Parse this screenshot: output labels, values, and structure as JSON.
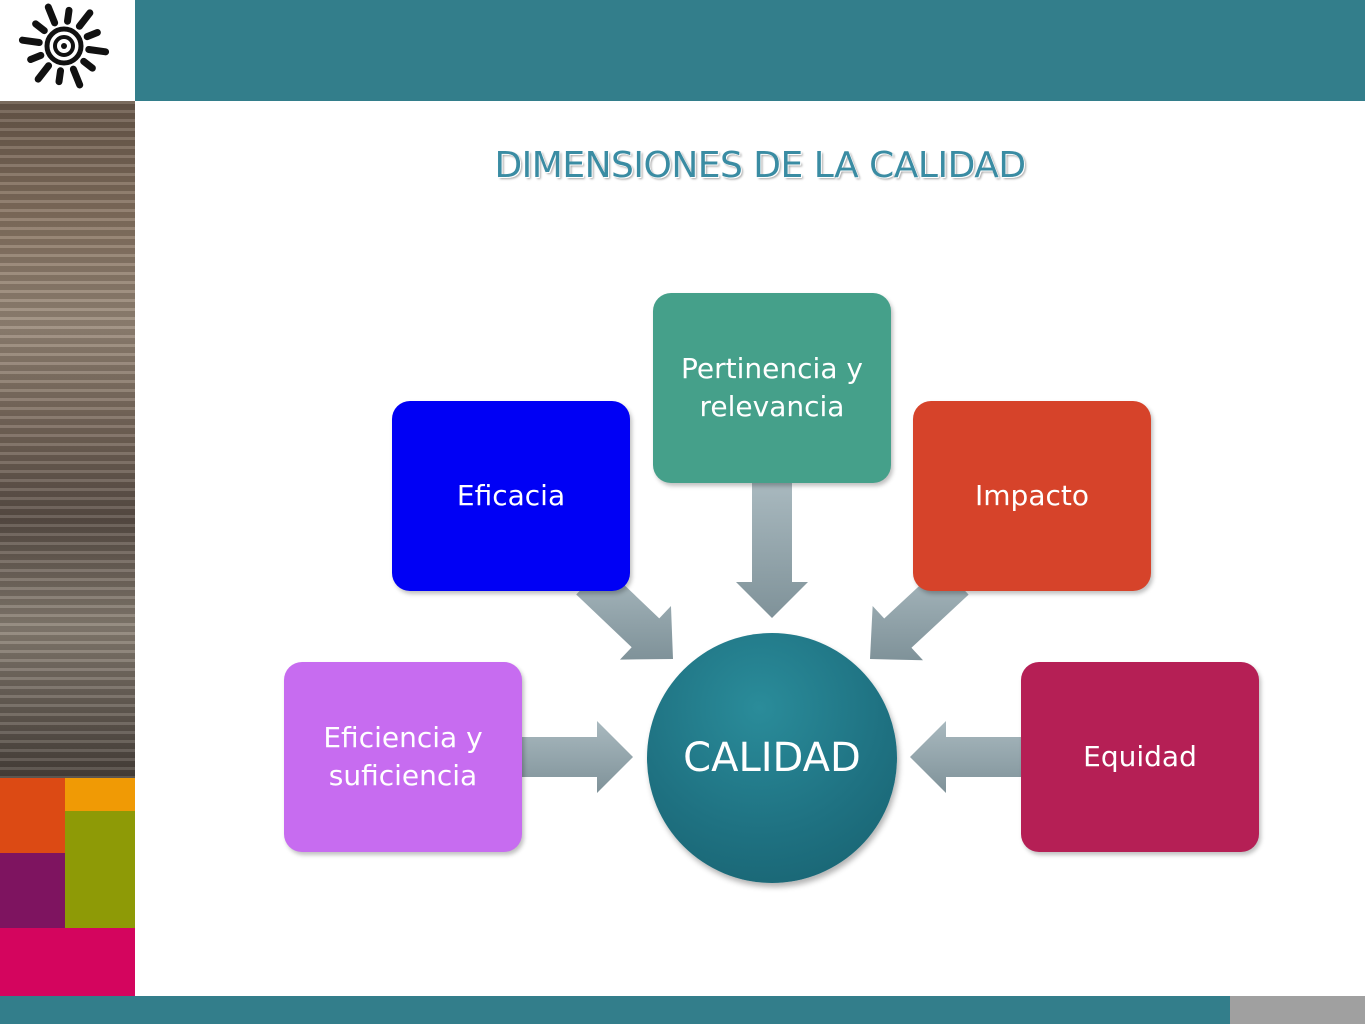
{
  "title": "DIMENSIONES DE LA CALIDAD",
  "center": {
    "label": "CALIDAD",
    "color": "#1f7282"
  },
  "nodes": [
    {
      "label": "Eficiencia y suficiencia",
      "color": "#c76cf0"
    },
    {
      "label": "Eficacia",
      "color": "#0000f5"
    },
    {
      "label": "Pertinencia y relevancia",
      "color": "#45a08a"
    },
    {
      "label": "Impacto",
      "color": "#d6432a"
    },
    {
      "label": "Equidad",
      "color": "#b51f55"
    }
  ],
  "colors": {
    "band": "#337e8b",
    "title": "#3a8ca3",
    "arrow": "#9aabb2",
    "corner_gray": "#a0a0a0"
  },
  "sidebar_blocks": [
    "#dc4a14",
    "#f09a05",
    "#7e1460",
    "#8e9a06",
    "#d4055e"
  ],
  "icons": {
    "logo": "sun-logo-icon"
  }
}
